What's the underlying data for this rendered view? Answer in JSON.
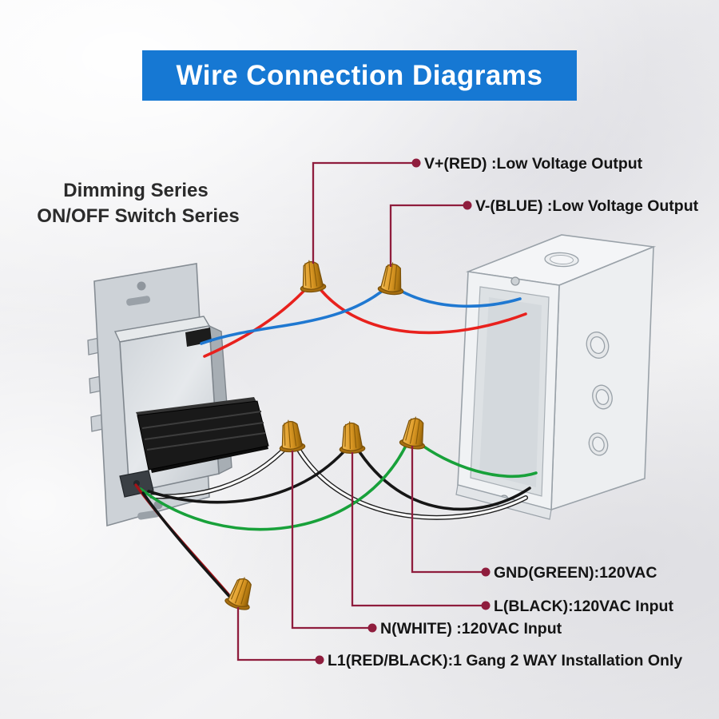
{
  "banner": {
    "title": "Wire Connection Diagrams",
    "bg_color": "#1678d3",
    "text_color": "#ffffff"
  },
  "series": {
    "line1": "Dimming Series",
    "line2": "ON/OFF Switch Series"
  },
  "labels": {
    "v_plus": "V+(RED) :Low Voltage Output",
    "v_minus": "V-(BLUE) :Low Voltage Output",
    "gnd": "GND(GREEN):120VAC",
    "l": "L(BLACK):120VAC Input",
    "n": "N(WHITE) :120VAC Input",
    "l1": "L1(RED/BLACK):1 Gang 2 WAY Installation Only"
  },
  "colors": {
    "wire_red": "#e8211d",
    "wire_blue": "#1f78d1",
    "wire_green": "#18a13a",
    "wire_black": "#161616",
    "wire_white": "#fafafa",
    "wire_white_outline": "#1d1d1d",
    "wire_red_black": "#a31318",
    "pointer": "#8f1d3d",
    "wire_nut": "#dd9a26"
  }
}
